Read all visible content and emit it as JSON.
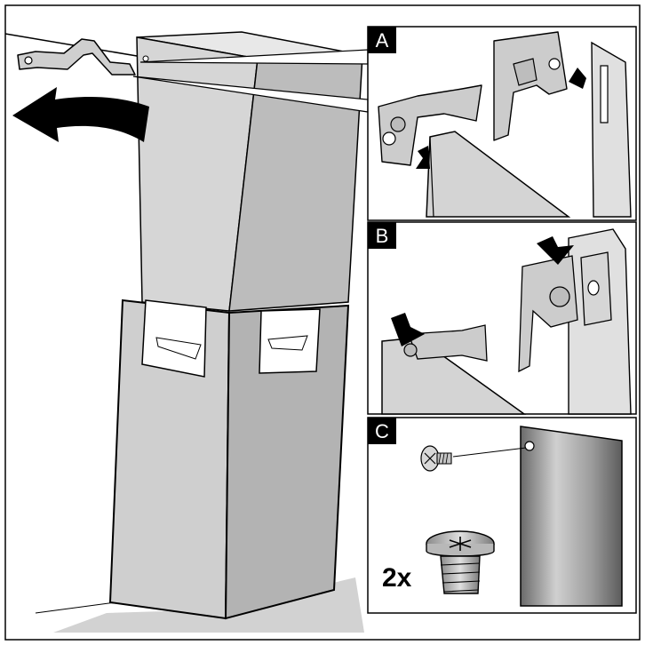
{
  "panels": [
    {
      "label": "A"
    },
    {
      "label": "B"
    },
    {
      "label": "C"
    }
  ],
  "screw_quantity": "2x",
  "colors": {
    "outline": "#000000",
    "metal_light": "#e6e6e6",
    "metal_mid": "#c8c8c8",
    "metal_dark": "#9a9a9a",
    "shadow": "#d2d2d2",
    "arrow": "#000000",
    "tape": "#ffffff"
  }
}
